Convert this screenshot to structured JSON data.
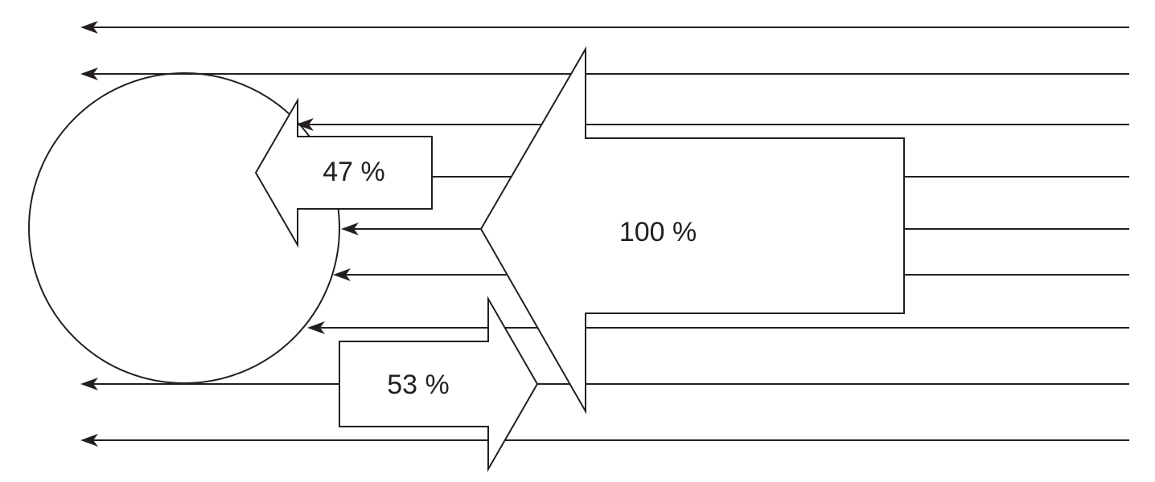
{
  "diagram": {
    "labels": {
      "absorbed": "47 %",
      "reflected": "53 %",
      "incoming": "100 %"
    },
    "colors": {
      "stroke": "#231f20",
      "background": "#ffffff"
    }
  }
}
